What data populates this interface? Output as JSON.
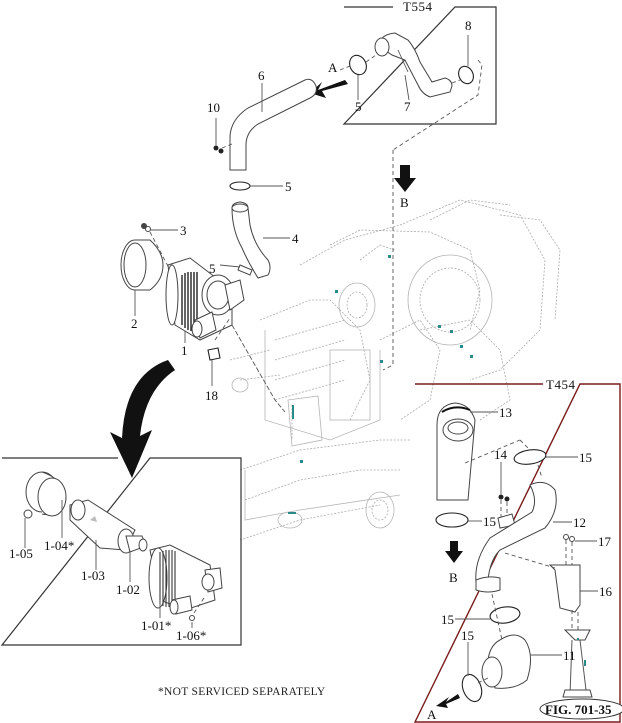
{
  "figure": {
    "id": "FIG. 701-35",
    "footnote": "*NOT SERVICED SEPARATELY"
  },
  "insets": {
    "t554": {
      "title": "T554",
      "callouts": [
        "5",
        "7",
        "8"
      ],
      "view_arrow": "A"
    },
    "t454": {
      "title": "T454",
      "callouts": [
        "13",
        "14",
        "15",
        "15",
        "12",
        "17",
        "16",
        "15",
        "15",
        "11"
      ],
      "view_arrows": [
        "B",
        "A"
      ]
    },
    "air_cleaner_detail": {
      "callouts": [
        "1-05",
        "1-04*",
        "1-03",
        "1-02",
        "1-01*",
        "1-06*"
      ]
    }
  },
  "main_callouts": {
    "c6": "6",
    "c10": "10",
    "c5a": "5",
    "c4": "4",
    "c3": "3",
    "c5b": "5",
    "c2": "2",
    "c1": "1",
    "c18": "18"
  },
  "view_labels": {
    "a_main": "A",
    "b_main": "B"
  },
  "t454_labels": {
    "c13": "13",
    "c14": "14",
    "c15a": "15",
    "c15b": "15",
    "c12": "12",
    "c17": "17",
    "c16": "16",
    "c15c": "15",
    "c15d": "15",
    "c11": "11",
    "arrow_b": "B",
    "arrow_a": "A"
  },
  "t554_labels": {
    "c5": "5",
    "c7": "7",
    "c8": "8"
  },
  "detail_labels": {
    "c105": "1-05",
    "c104": "1-04*",
    "c103": "1-03",
    "c102": "1-02",
    "c101": "1-01*",
    "c106": "1-06*"
  },
  "colors": {
    "t454_frame": "#7a1a1a",
    "frame": "#333333",
    "accent_teal": "#2a8a8a"
  }
}
